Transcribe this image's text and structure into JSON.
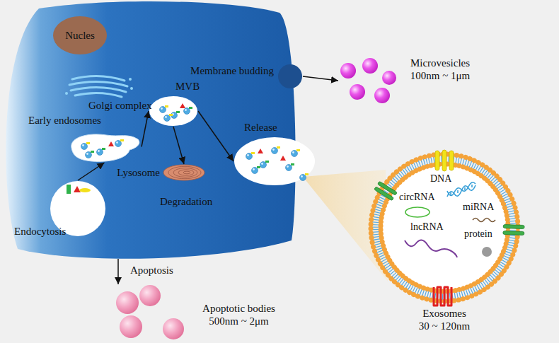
{
  "diagram": {
    "nodes": [
      {
        "text": [
          "Nucles"
        ]
      },
      {
        "text": [
          "Early endosomes"
        ]
      },
      {
        "text": [
          "MVB"
        ]
      },
      {
        "text": [
          "Lysosome",
          "Degradation"
        ]
      },
      {
        "text": [
          "Endocytosis"
        ]
      },
      {
        "text": [
          "Release"
        ]
      },
      {
        "text": [
          "Membrane budding"
        ]
      },
      {
        "text": [
          "Microvesicles 100nm ~ 1μm"
        ]
      },
      {
        "text": [
          "Apoptotic bodies 500nm ~ 2μm"
        ]
      },
      {
        "text": [
          "Exosomes 30 ~ 120nm"
        ]
      }
    ],
    "edges": [
      {
        "from": 4,
        "to": 1,
        "arrow": "to"
      },
      {
        "from": 1,
        "to": 2,
        "arrow": "to"
      },
      {
        "from": 2,
        "to": 3,
        "arrow": "to"
      },
      {
        "from": 2,
        "to": 5,
        "arrow": "to"
      },
      {
        "from": 6,
        "to": 7,
        "arrow": "to"
      }
    ],
    "labels": [
      "Golgi complex",
      "Apoptosis",
      "DNA",
      "circRNA",
      "miRNA",
      "lncRNA",
      "protein"
    ]
  }
}
